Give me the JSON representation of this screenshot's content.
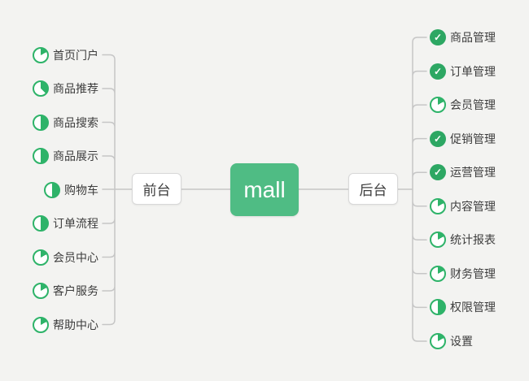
{
  "root": {
    "label": "mall"
  },
  "branches": [
    {
      "id": "frontend",
      "label": "前台",
      "children": [
        {
          "label": "首页门户",
          "icon": "pie",
          "progress": 0.17
        },
        {
          "label": "商品推荐",
          "icon": "pie",
          "progress": 0.375
        },
        {
          "label": "商品搜索",
          "icon": "pie",
          "progress": 0.5
        },
        {
          "label": "商品展示",
          "icon": "pie",
          "progress": 0.5
        },
        {
          "label": "购物车",
          "icon": "pie",
          "progress": 0.5
        },
        {
          "label": "订单流程",
          "icon": "pie",
          "progress": 0.5
        },
        {
          "label": "会员中心",
          "icon": "pie",
          "progress": 0.17
        },
        {
          "label": "客户服务",
          "icon": "pie",
          "progress": 0.17
        },
        {
          "label": "帮助中心",
          "icon": "pie",
          "progress": 0.17
        }
      ]
    },
    {
      "id": "backend",
      "label": "后台",
      "children": [
        {
          "label": "商品管理",
          "icon": "check"
        },
        {
          "label": "订单管理",
          "icon": "check"
        },
        {
          "label": "会员管理",
          "icon": "pie",
          "progress": 0.17
        },
        {
          "label": "促销管理",
          "icon": "check"
        },
        {
          "label": "运营管理",
          "icon": "check"
        },
        {
          "label": "内容管理",
          "icon": "pie",
          "progress": 0.17
        },
        {
          "label": "统计报表",
          "icon": "pie",
          "progress": 0.17
        },
        {
          "label": "财务管理",
          "icon": "pie",
          "progress": 0.17
        },
        {
          "label": "权限管理",
          "icon": "pie",
          "progress": 0.5
        },
        {
          "label": "设置",
          "icon": "pie",
          "progress": 0.17
        }
      ]
    }
  ],
  "icons": {
    "check_glyph": "✓"
  },
  "colors": {
    "background": "#f3f3f1",
    "root_fill": "#4fbc84",
    "pie_green": "#2eb369",
    "check_green": "#2da763",
    "connector": "#c6c6c6",
    "node_border": "#d8d8d8",
    "text": "#3d3d3d"
  }
}
